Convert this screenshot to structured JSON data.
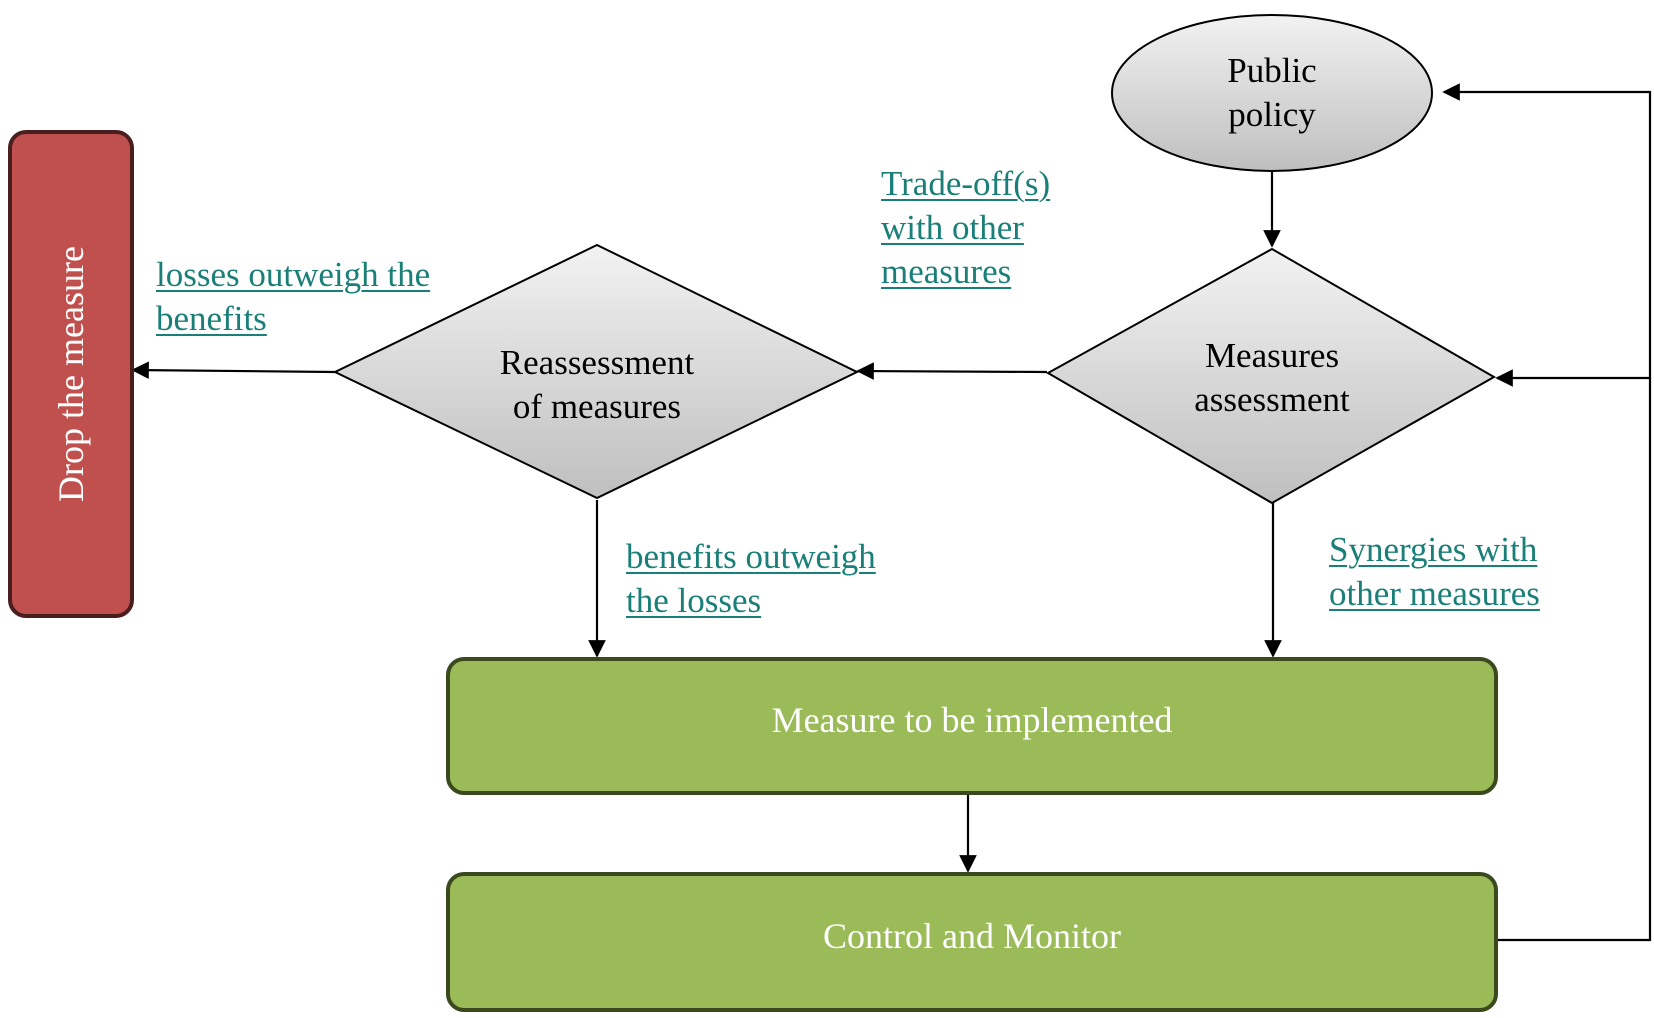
{
  "nodes": {
    "public_policy": [
      "Public",
      "policy"
    ],
    "measures_assessment": [
      "Measures",
      "assessment"
    ],
    "reassessment": [
      "Reassessment",
      "of measures"
    ],
    "drop_measure": "Drop the measure",
    "measure_implemented": "Measure to be implemented",
    "control_monitor": "Control and Monitor"
  },
  "edge_labels": {
    "trade_offs": [
      "Trade-off(s)",
      "with other",
      "measures"
    ],
    "losses_outweigh": [
      "losses outweigh the",
      "benefits"
    ],
    "benefits_outweigh": [
      "benefits outweigh",
      "the losses"
    ],
    "synergies": [
      "Synergies with",
      "other measures"
    ]
  },
  "colors": {
    "decision_fill_top": "#f2f2f2",
    "decision_fill_bottom": "#bfbfbf",
    "process_fill": "#9bbb59",
    "process_stroke": "#3b4a1e",
    "terminal_fill": "#c0504d",
    "terminal_stroke": "#4a1e1e",
    "label_text": "#1a7f78"
  }
}
